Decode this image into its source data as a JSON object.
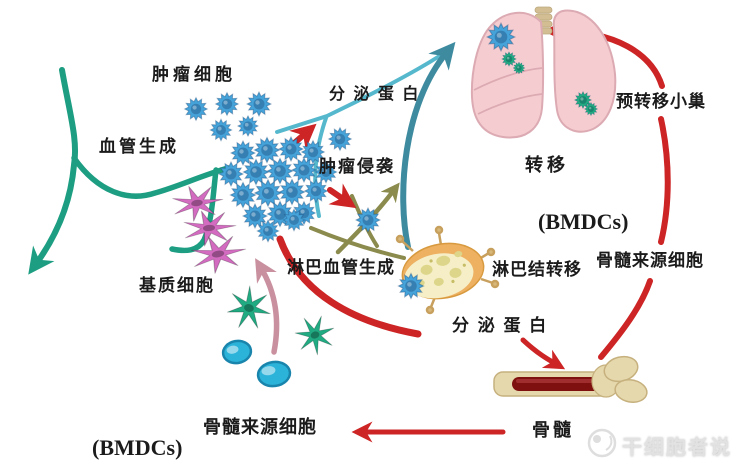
{
  "labels": {
    "tumor_cells": "肿瘤细胞",
    "angiogenesis": "血管生成",
    "secreted_protein_top": "分 泌 蛋 白",
    "tumor_invasion": "肿瘤侵袭",
    "premetastatic_niche": "预转移小巢",
    "metastasis": "转移",
    "bmdcs_right": "(BMDCs)",
    "bmdc_source_right": "骨髓来源细胞",
    "lymphangiogenesis": "淋巴血管生成",
    "lymph_node_metastasis": "淋巴结转移",
    "stromal_cells": "基质细胞",
    "secreted_protein_bottom": "分 泌 蛋 白",
    "bone_marrow_label": "骨髓",
    "bmdc_source_bottom": "骨髓来源细胞",
    "bmdcs_bottom": "(BMDCs)"
  },
  "watermark": {
    "text": "干细胞者说",
    "icon": "stem-cell-logo"
  },
  "colors": {
    "vessel_teal": "#1d9e82",
    "arrow_steel": "#3e8ba0",
    "arrow_lightteal": "#56b8cd",
    "arrow_red": "#cd2425",
    "arrow_rose": "#c9909f",
    "vessel_olive": "#8b8b4e",
    "tumor_blue": "#45a3d9",
    "stromal_pink": "#d36cc0",
    "immune_green": "#21ab82",
    "round_cyan": "#2cb3d9",
    "lung_pink": "#f5cdd1",
    "lung_outline": "#dcaab2",
    "node_orange": "#eeb061",
    "node_inner": "#f5eec6",
    "bone_beige": "#e6d8ad",
    "marrow_red": "#7e1010",
    "ink": "#1b1b1b",
    "watermark_gray": "#e2e2e2"
  }
}
